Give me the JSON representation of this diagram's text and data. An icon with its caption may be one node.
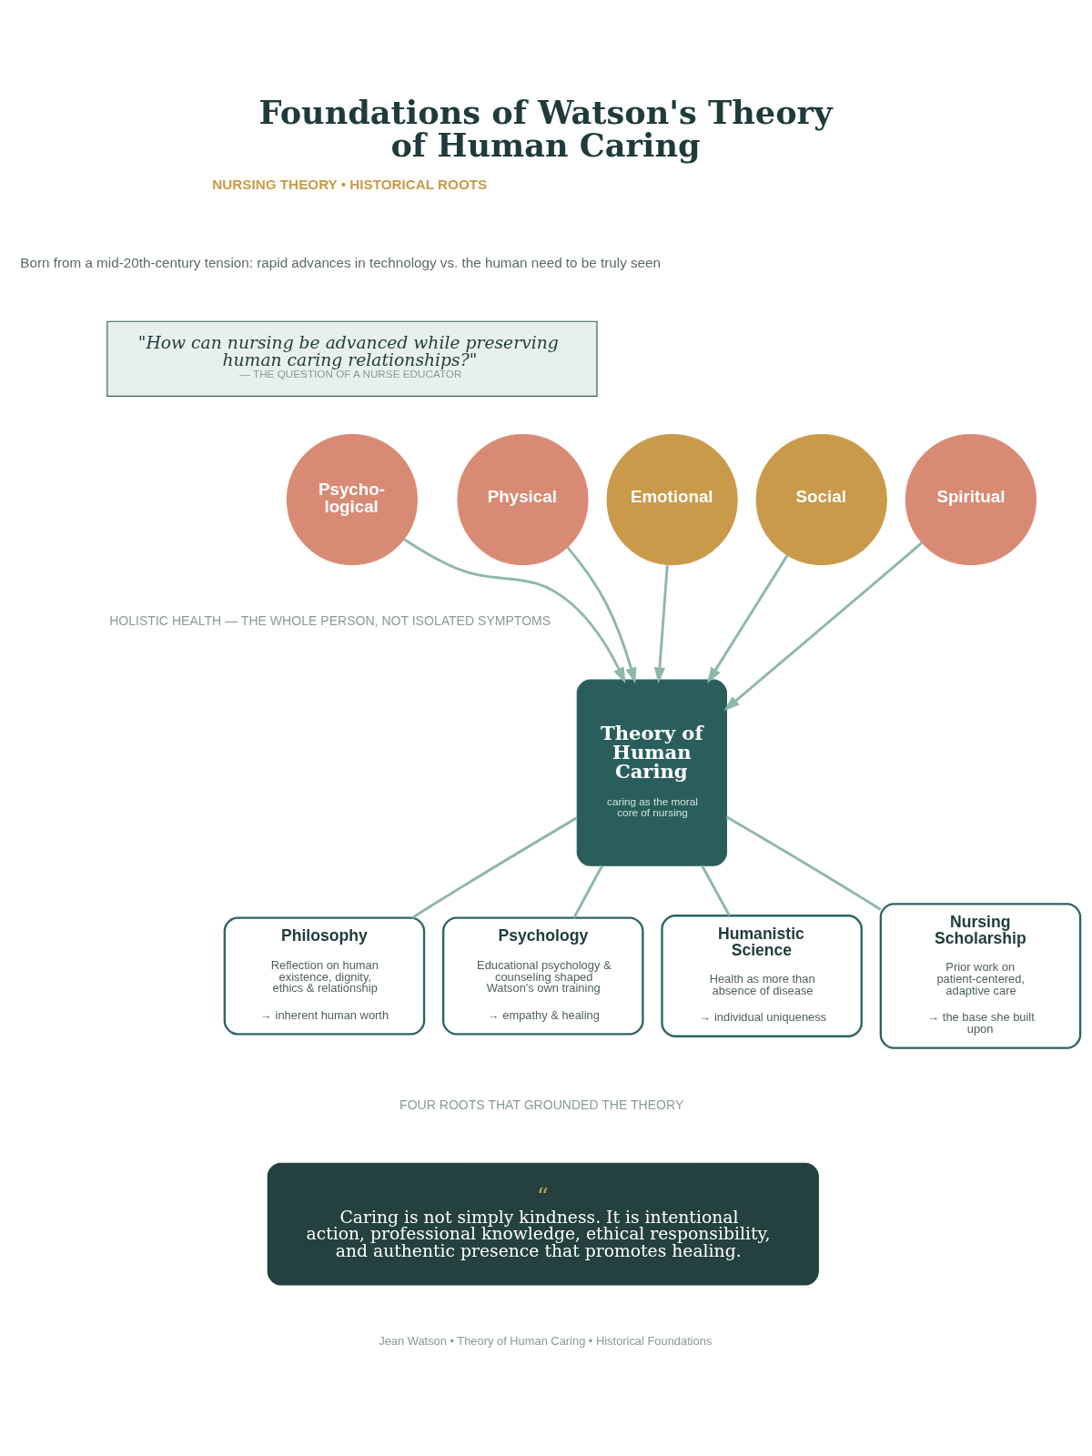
{
  "diagram": {
    "title": "Foundations of Watson's Theory of Human Caring",
    "nodes": [
      {
        "text": [
          "\"How can nursing be advanced while preserving human caring relationships?\"",
          "— THE QUESTION OF A NURSE EDUCATOR"
        ]
      },
      {
        "text": [
          "Physical"
        ]
      },
      {
        "text": [
          "Emotional"
        ]
      },
      {
        "text": [
          "Psycho- logical"
        ]
      },
      {
        "text": [
          "Social"
        ]
      },
      {
        "text": [
          "Spiritual"
        ]
      },
      {
        "text": [
          "Theory of Human Caring",
          "caring as the moral core of nursing"
        ]
      },
      {
        "text": [
          "Philosophy",
          "Reflection on human existence, dignity, ethics & relationship",
          "→ inherent human worth"
        ]
      },
      {
        "text": [
          "Psychology",
          "Educational psychology & counseling shaped Watson's own training",
          "→ empathy & healing"
        ]
      },
      {
        "text": [
          "Humanistic Science",
          "Health as more than absence of disease",
          "→ individual uniqueness"
        ]
      },
      {
        "text": [
          "Nursing Scholarship",
          "Prior work on patient-centered, adaptive care",
          "→ the base she built upon"
        ]
      },
      {
        "text": [
          "“",
          "Caring is not simply kindness. It is intentional action, professional knowledge, ethical responsibility, and authentic presence that promotes healing."
        ]
      }
    ],
    "edges": [
      {
        "from": 1,
        "to": 6,
        "arrow": "to"
      },
      {
        "from": 2,
        "to": 6,
        "arrow": "to"
      },
      {
        "from": 3,
        "to": 6,
        "arrow": "to"
      },
      {
        "from": 4,
        "to": 6,
        "arrow": "to"
      },
      {
        "from": 5,
        "to": 6,
        "arrow": "to"
      },
      {
        "from": 6,
        "to": 7,
        "arrow": "none"
      },
      {
        "from": 6,
        "to": 8,
        "arrow": "none"
      },
      {
        "from": 6,
        "to": 9,
        "arrow": "none"
      },
      {
        "from": 6,
        "to": 10,
        "arrow": "none"
      }
    ],
    "labels": [
      "NURSING THEORY • HISTORICAL ROOTS",
      "Born from a mid-20th-century tension: rapid advances in technology vs. the human need to be truly seen",
      "HOLISTIC HEALTH — THE WHOLE PERSON, NOT ISOLATED SYMPTOMS",
      "FOUR ROOTS THAT GROUNDED THE THEORY",
      "Jean Watson • Theory of Human Caring • Historical Foundations"
    ]
  }
}
